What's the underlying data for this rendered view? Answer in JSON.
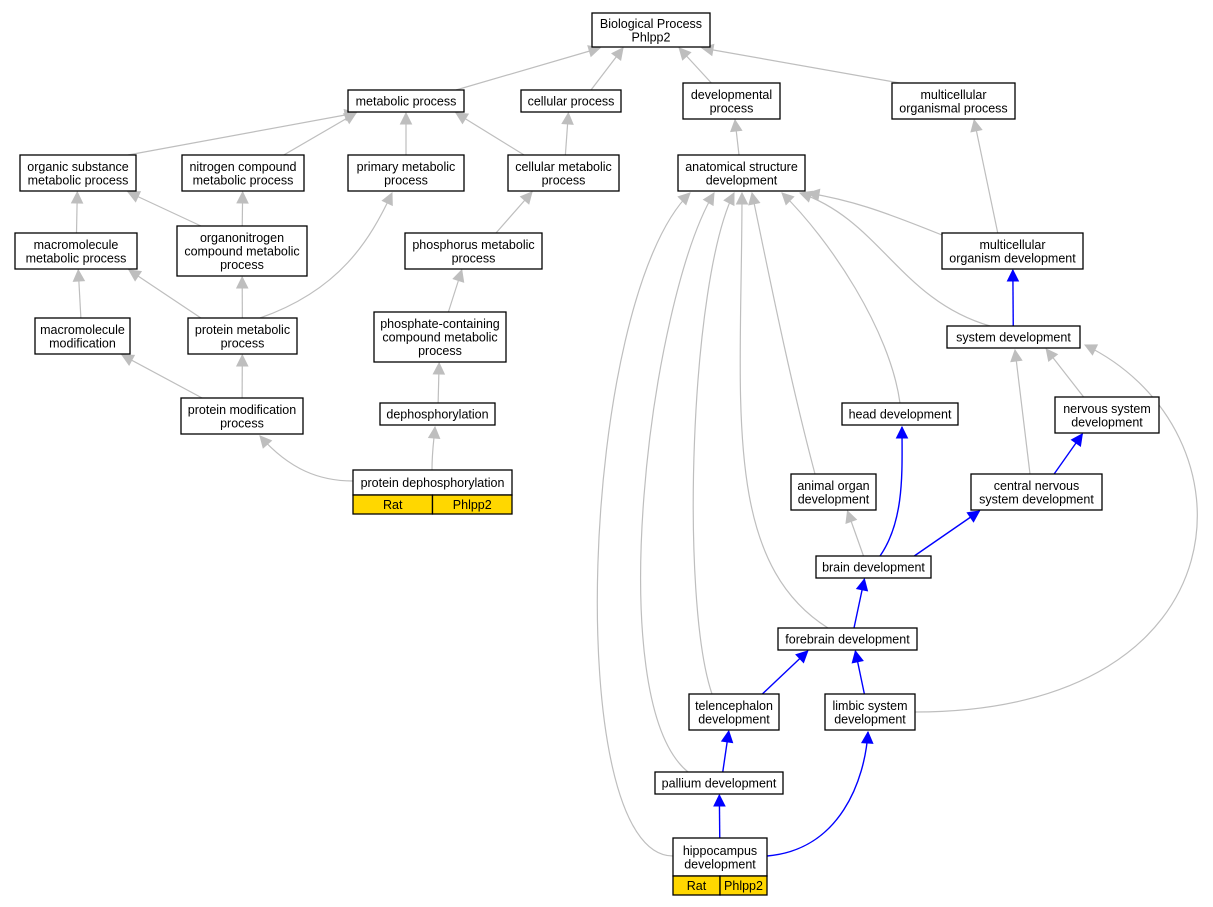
{
  "nodes": [
    {
      "id": "bp",
      "lines": [
        "Biological Process",
        "Phlpp2"
      ]
    },
    {
      "id": "metabolic",
      "lines": [
        "metabolic process"
      ]
    },
    {
      "id": "cellular",
      "lines": [
        "cellular process"
      ]
    },
    {
      "id": "developmental",
      "lines": [
        "developmental",
        "process"
      ]
    },
    {
      "id": "multicellular_org",
      "lines": [
        "multicellular",
        "organismal process"
      ]
    },
    {
      "id": "organic",
      "lines": [
        "organic substance",
        "metabolic process"
      ]
    },
    {
      "id": "nitrogen",
      "lines": [
        "nitrogen compound",
        "metabolic process"
      ]
    },
    {
      "id": "primary",
      "lines": [
        "primary metabolic",
        "process"
      ]
    },
    {
      "id": "cell_metabolic",
      "lines": [
        "cellular metabolic",
        "process"
      ]
    },
    {
      "id": "anat",
      "lines": [
        "anatomical structure",
        "development"
      ]
    },
    {
      "id": "macro_met",
      "lines": [
        "macromolecule",
        "metabolic process"
      ]
    },
    {
      "id": "organonitrogen",
      "lines": [
        "organonitrogen",
        "compound metabolic",
        "process"
      ]
    },
    {
      "id": "phosphorus",
      "lines": [
        "phosphorus metabolic",
        "process"
      ]
    },
    {
      "id": "multi_dev",
      "lines": [
        "multicellular",
        "organism development"
      ]
    },
    {
      "id": "macro_mod",
      "lines": [
        "macromolecule",
        "modification"
      ]
    },
    {
      "id": "prot_met",
      "lines": [
        "protein metabolic",
        "process"
      ]
    },
    {
      "id": "phosphate",
      "lines": [
        "phosphate-containing",
        "compound metabolic",
        "process"
      ]
    },
    {
      "id": "sys_dev",
      "lines": [
        "system development"
      ]
    },
    {
      "id": "prot_mod",
      "lines": [
        "protein modification",
        "process"
      ]
    },
    {
      "id": "dephos",
      "lines": [
        "dephosphorylation"
      ]
    },
    {
      "id": "head_dev",
      "lines": [
        "head development"
      ]
    },
    {
      "id": "nerv_dev",
      "lines": [
        "nervous system",
        "development"
      ]
    },
    {
      "id": "prot_dephos",
      "lines": [
        "protein dephosphorylation"
      ],
      "tags": [
        "Rat",
        "Phlpp2"
      ]
    },
    {
      "id": "animal_organ",
      "lines": [
        "animal organ",
        "development"
      ]
    },
    {
      "id": "cns",
      "lines": [
        "central nervous",
        "system development"
      ]
    },
    {
      "id": "brain",
      "lines": [
        "brain development"
      ]
    },
    {
      "id": "forebrain",
      "lines": [
        "forebrain development"
      ]
    },
    {
      "id": "telen",
      "lines": [
        "telencephalon",
        "development"
      ]
    },
    {
      "id": "limbic",
      "lines": [
        "limbic system",
        "development"
      ]
    },
    {
      "id": "pallium",
      "lines": [
        "pallium development"
      ]
    },
    {
      "id": "hippo",
      "lines": [
        "hippocampus",
        "development"
      ],
      "tags": [
        "Rat",
        "Phlpp2"
      ]
    }
  ],
  "edges": [
    {
      "from": "metabolic",
      "to": "bp",
      "color": "gray"
    },
    {
      "from": "cellular",
      "to": "bp",
      "color": "gray"
    },
    {
      "from": "developmental",
      "to": "bp",
      "color": "gray"
    },
    {
      "from": "multicellular_org",
      "to": "bp",
      "color": "gray"
    },
    {
      "from": "organic",
      "to": "metabolic",
      "color": "gray"
    },
    {
      "from": "nitrogen",
      "to": "metabolic",
      "color": "gray"
    },
    {
      "from": "primary",
      "to": "metabolic",
      "color": "gray"
    },
    {
      "from": "cell_metabolic",
      "to": "metabolic",
      "color": "gray"
    },
    {
      "from": "cell_metabolic",
      "to": "cellular",
      "color": "gray"
    },
    {
      "from": "anat",
      "to": "developmental",
      "color": "gray"
    },
    {
      "from": "macro_met",
      "to": "organic",
      "color": "gray"
    },
    {
      "from": "organonitrogen",
      "to": "organic",
      "color": "gray"
    },
    {
      "from": "organonitrogen",
      "to": "nitrogen",
      "color": "gray"
    },
    {
      "from": "phosphorus",
      "to": "cell_metabolic",
      "color": "gray"
    },
    {
      "from": "multi_dev",
      "to": "anat",
      "color": "gray"
    },
    {
      "from": "multi_dev",
      "to": "multicellular_org",
      "color": "gray"
    },
    {
      "from": "macro_mod",
      "to": "macro_met",
      "color": "gray"
    },
    {
      "from": "prot_met",
      "to": "macro_met",
      "color": "gray"
    },
    {
      "from": "prot_met",
      "to": "organonitrogen",
      "color": "gray"
    },
    {
      "from": "prot_met",
      "to": "primary",
      "color": "gray"
    },
    {
      "from": "phosphate",
      "to": "phosphorus",
      "color": "gray"
    },
    {
      "from": "sys_dev",
      "to": "anat",
      "color": "gray"
    },
    {
      "from": "sys_dev",
      "to": "multi_dev",
      "color": "blue"
    },
    {
      "from": "prot_mod",
      "to": "macro_mod",
      "color": "gray"
    },
    {
      "from": "prot_mod",
      "to": "prot_met",
      "color": "gray"
    },
    {
      "from": "dephos",
      "to": "phosphate",
      "color": "gray"
    },
    {
      "from": "head_dev",
      "to": "anat",
      "color": "gray"
    },
    {
      "from": "nerv_dev",
      "to": "sys_dev",
      "color": "gray"
    },
    {
      "from": "prot_dephos",
      "to": "prot_mod",
      "color": "gray"
    },
    {
      "from": "prot_dephos",
      "to": "dephos",
      "color": "gray"
    },
    {
      "from": "animal_organ",
      "to": "anat",
      "color": "gray"
    },
    {
      "from": "cns",
      "to": "sys_dev",
      "color": "gray"
    },
    {
      "from": "cns",
      "to": "nerv_dev",
      "color": "blue"
    },
    {
      "from": "brain",
      "to": "head_dev",
      "color": "blue"
    },
    {
      "from": "brain",
      "to": "animal_organ",
      "color": "gray"
    },
    {
      "from": "brain",
      "to": "cns",
      "color": "blue"
    },
    {
      "from": "forebrain",
      "to": "anat",
      "color": "gray"
    },
    {
      "from": "forebrain",
      "to": "brain",
      "color": "blue"
    },
    {
      "from": "telen",
      "to": "anat",
      "color": "gray"
    },
    {
      "from": "telen",
      "to": "forebrain",
      "color": "blue"
    },
    {
      "from": "limbic",
      "to": "forebrain",
      "color": "blue"
    },
    {
      "from": "limbic",
      "to": "sys_dev",
      "color": "gray"
    },
    {
      "from": "pallium",
      "to": "anat",
      "color": "gray"
    },
    {
      "from": "pallium",
      "to": "telen",
      "color": "blue"
    },
    {
      "from": "hippo",
      "to": "anat",
      "color": "gray"
    },
    {
      "from": "hippo",
      "to": "pallium",
      "color": "blue"
    },
    {
      "from": "hippo",
      "to": "limbic",
      "color": "blue"
    }
  ],
  "colors": {
    "gray": "#bebebe",
    "blue": "#0000ff",
    "tag": "#ffd700"
  }
}
